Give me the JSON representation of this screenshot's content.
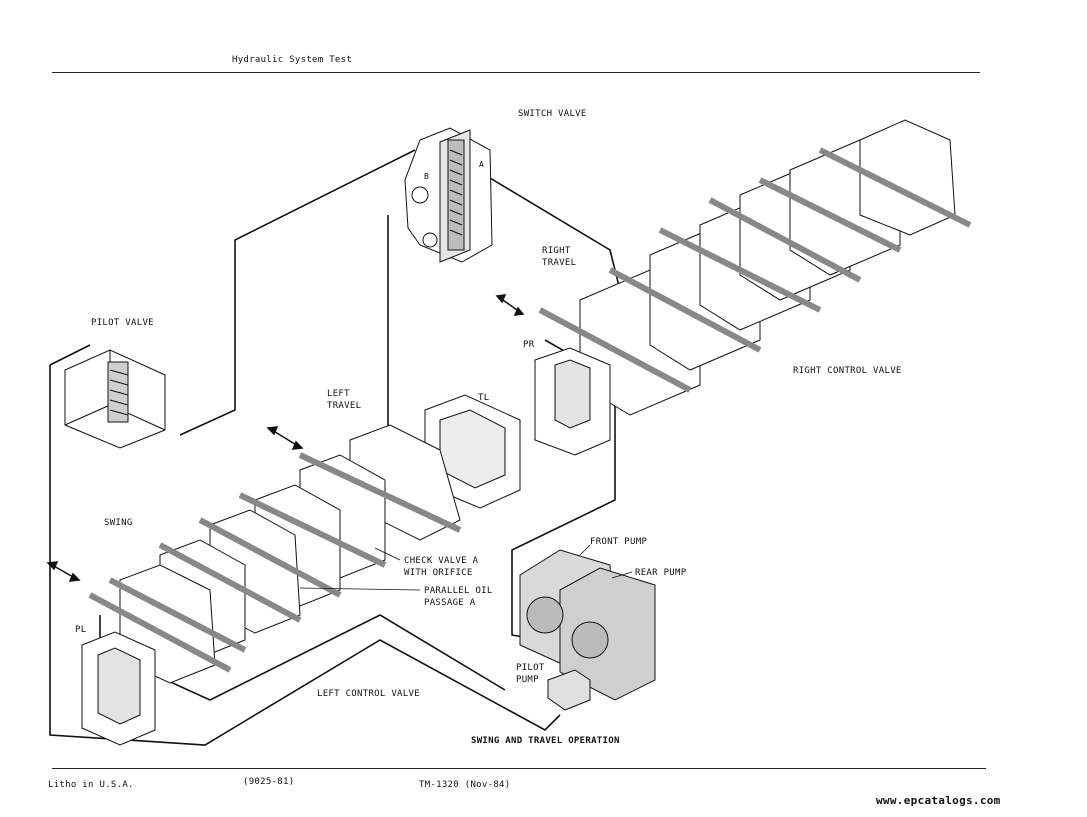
{
  "header": {
    "title": "Hydraulic System Test"
  },
  "labels": {
    "switch_valve": "SWITCH VALVE",
    "pilot_valve": "PILOT VALVE",
    "right_travel_1": "RIGHT",
    "right_travel_2": "TRAVEL",
    "pr": "PR",
    "left_travel_1": "LEFT",
    "left_travel_2": "TRAVEL",
    "tl": "TL",
    "right_control_valve": "RIGHT CONTROL VALVE",
    "swing": "SWING",
    "check_valve_1": "CHECK VALVE A",
    "check_valve_2": "WITH ORIFICE",
    "parallel_oil_1": "PARALLEL OIL",
    "parallel_oil_2": "PASSAGE A",
    "front_pump": "FRONT PUMP",
    "rear_pump": "REAR PUMP",
    "pl": "PL",
    "pilot_pump_1": "PILOT",
    "pilot_pump_2": "PUMP",
    "left_control_valve": "LEFT CONTROL VALVE",
    "port_a": "A",
    "port_b": "B"
  },
  "caption": "SWING AND TRAVEL OPERATION",
  "footer": {
    "litho": "Litho in U.S.A.",
    "code": "(9025-81)",
    "manual": "TM-1320 (Nov-84)",
    "website": "www.epcatalogs.com"
  }
}
